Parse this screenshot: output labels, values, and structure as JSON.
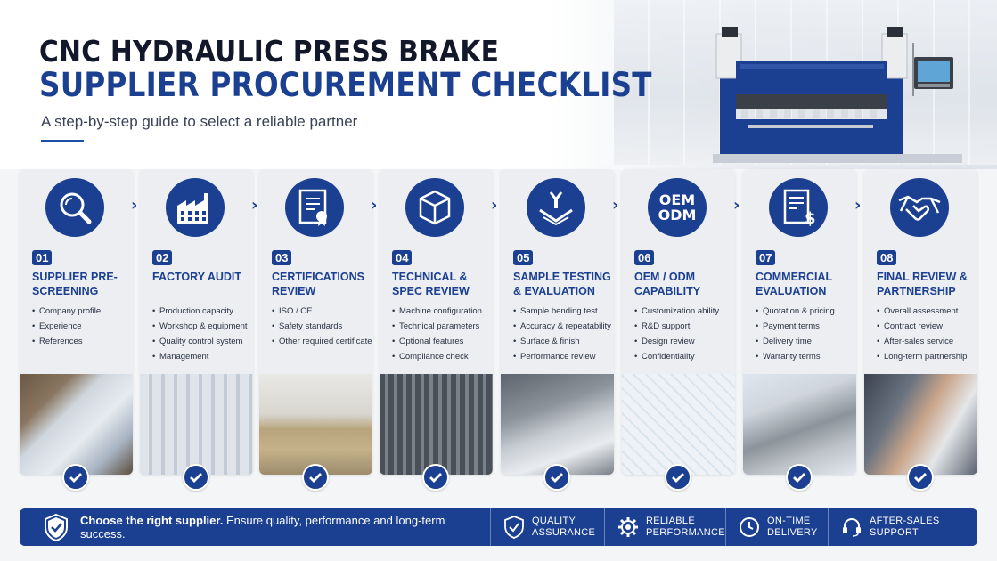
{
  "header": {
    "title_line1": "CNC HYDRAULIC PRESS BRAKE",
    "title_line2": "SUPPLIER PROCUREMENT CHECKLIST",
    "subtitle": "A step-by-step guide to select a reliable partner"
  },
  "steps": [
    {
      "num": "01",
      "title": "SUPPLIER PRE-SCREENING",
      "icon": "magnifier-icon",
      "items": [
        "Company profile",
        "Experience",
        "References"
      ],
      "photo": "tablet-photo"
    },
    {
      "num": "02",
      "title": "FACTORY AUDIT",
      "icon": "factory-icon",
      "items": [
        "Production capacity",
        "Workshop & equipment",
        "Quality control system",
        "Management"
      ],
      "photo": "workshop-photo"
    },
    {
      "num": "03",
      "title": "CERTIFICATIONS REVIEW",
      "icon": "certificate-icon",
      "items": [
        "ISO / CE",
        "Safety standards",
        "Other required certificates"
      ],
      "photo": "certificates-photo"
    },
    {
      "num": "04",
      "title": "TECHNICAL & SPEC REVIEW",
      "icon": "box-icon",
      "items": [
        "Machine configuration",
        "Technical parameters",
        "Optional features",
        "Compliance check"
      ],
      "photo": "tooling-photo"
    },
    {
      "num": "05",
      "title": "SAMPLE TESTING & EVALUATION",
      "icon": "bending-icon",
      "items": [
        "Sample bending test",
        "Accuracy & repeatability",
        "Surface & finish",
        "Performance review"
      ],
      "photo": "caliper-photo"
    },
    {
      "num": "06",
      "title": "OEM / ODM CAPABILITY",
      "icon": "oem-odm-icon",
      "icon_text": [
        "OEM",
        "ODM"
      ],
      "items": [
        "Customization ability",
        "R&D support",
        "Design review",
        "Confidentiality"
      ],
      "photo": "drawing-photo"
    },
    {
      "num": "07",
      "title": "COMMERCIAL EVALUATION",
      "icon": "invoice-icon",
      "items": [
        "Quotation & pricing",
        "Payment terms",
        "Delivery time",
        "Warranty terms"
      ],
      "photo": "calculator-photo"
    },
    {
      "num": "08",
      "title": "FINAL REVIEW & PARTNERSHIP",
      "icon": "handshake-icon",
      "items": [
        "Overall assessment",
        "Contract review",
        "After-sales service",
        "Long-term partnership"
      ],
      "photo": "handshake-photo"
    }
  ],
  "footer": {
    "message_bold": "Choose the right supplier.",
    "message_rest": " Ensure quality, performance and long-term success.",
    "features": [
      {
        "icon": "shield-check-icon",
        "line1": "QUALITY",
        "line2": "ASSURANCE"
      },
      {
        "icon": "gear-icon",
        "line1": "RELIABLE",
        "line2": "PERFORMANCE"
      },
      {
        "icon": "clock-icon",
        "line1": "ON-TIME",
        "line2": "DELIVERY"
      },
      {
        "icon": "headset-icon",
        "line1": "AFTER-SALES",
        "line2": "SUPPORT"
      }
    ]
  },
  "colors": {
    "brand": "#1b3f91",
    "card_bg": "#eceef2",
    "text": "#12182a"
  }
}
